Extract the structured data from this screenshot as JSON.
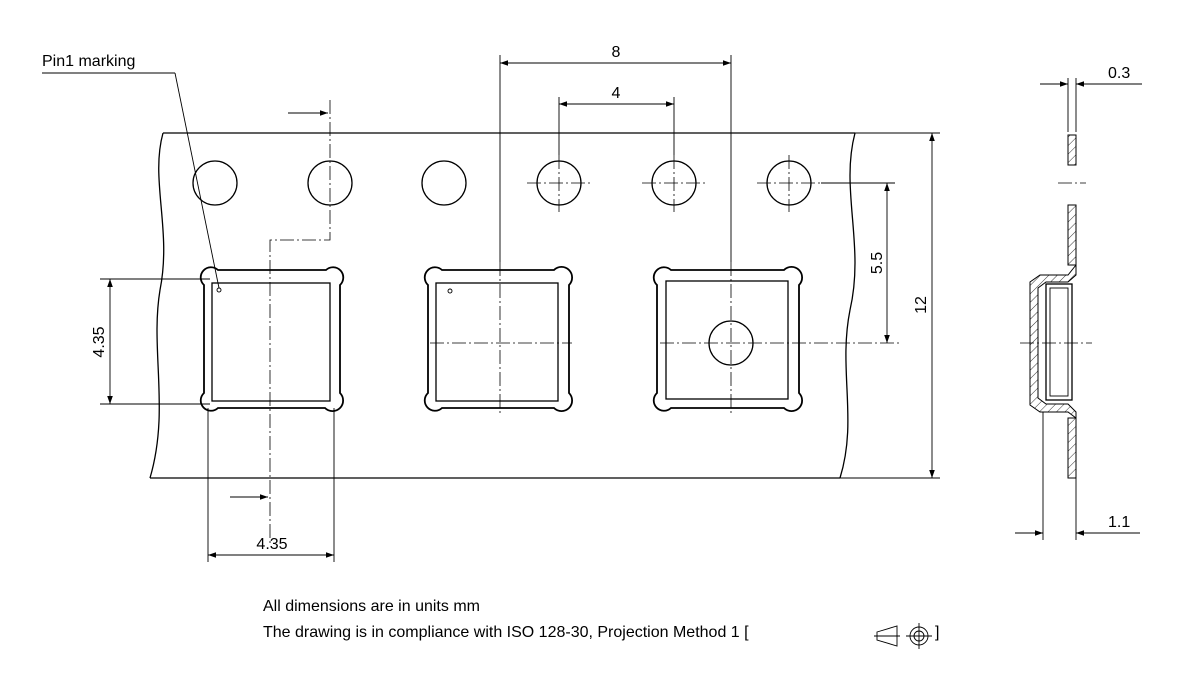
{
  "labels": {
    "pin1": "Pin1 marking",
    "pitch_sprocket": "8",
    "pitch_half": "4",
    "offset_y": "5.5",
    "tape_width": "12",
    "pocket_height": "4.35",
    "pocket_width": "4.35",
    "tape_thickness": "0.3",
    "pocket_depth": "1.1"
  },
  "notes": {
    "line1": "All dimensions are in units mm",
    "line2": "The drawing is in compliance with ISO 128-30, Projection Method 1 [",
    "line2_end": "]"
  },
  "colors": {
    "ink": "#000000",
    "paper": "#ffffff"
  },
  "icons": {
    "projection_symbol": "first-angle-projection-icon"
  }
}
